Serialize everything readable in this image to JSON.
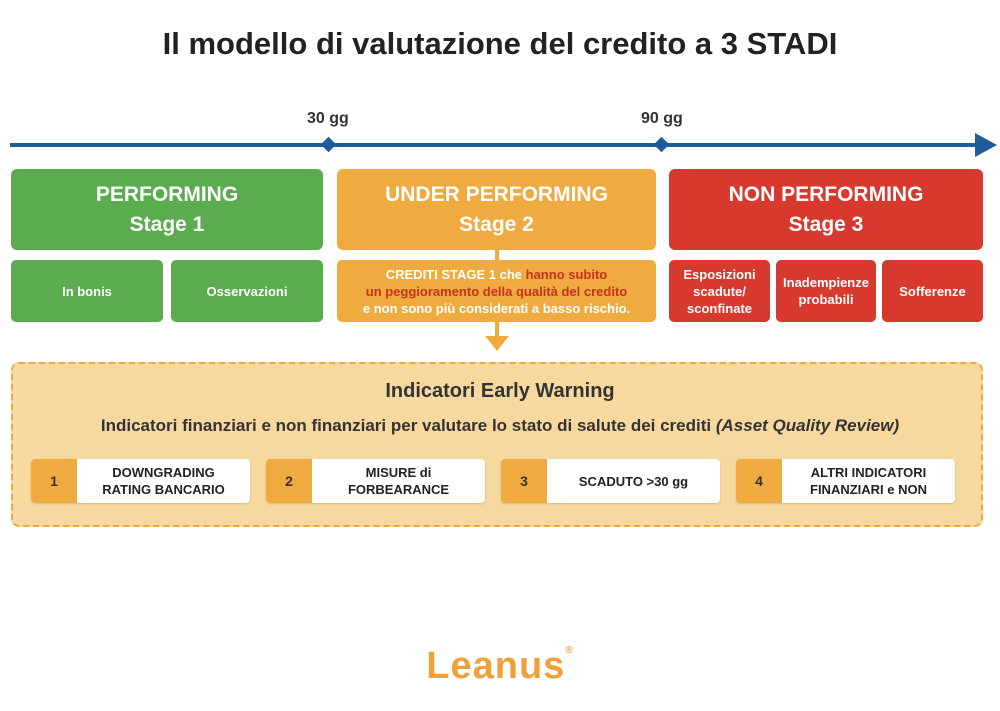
{
  "title": "Il modello di valutazione del credito a 3 STADI",
  "timeline": {
    "marks": [
      "30 gg",
      "90 gg"
    ]
  },
  "stages": [
    {
      "name": "PERFORMING",
      "stage": "Stage 1",
      "color": "#5bab4f",
      "items": [
        "In bonis",
        "Osservazioni"
      ]
    },
    {
      "name": "UNDER PERFORMING",
      "stage": "Stage 2",
      "color": "#efab3f",
      "description": {
        "part1": "CREDITI STAGE 1 che ",
        "highlight1": "hanno subito",
        "highlight2": "un peggioramento della qualità del credito",
        "part2": "e non sono più considerati a basso rischio."
      }
    },
    {
      "name": "NON PERFORMING",
      "stage": "Stage 3",
      "color": "#d8392f",
      "items": [
        "Esposizioni scadute/ sconfinate",
        "Inadempienze probabili",
        "Sofferenze"
      ]
    }
  ],
  "early_warning": {
    "title": "Indicatori Early Warning",
    "subtitle": "Indicatori finanziari e non finanziari per valutare lo stato di salute dei crediti ",
    "subtitle_italic": "(Asset Quality Review)",
    "indicators": [
      {
        "num": "1",
        "label": "DOWNGRADING RATING BANCARIO"
      },
      {
        "num": "2",
        "label": "MISURE di FORBEARANCE"
      },
      {
        "num": "3",
        "label": "SCADUTO >30 gg"
      },
      {
        "num": "4",
        "label": "ALTRI INDICATORI FINANZIARI e NON"
      }
    ]
  },
  "logo": {
    "text": "Leanus",
    "mark": "®"
  }
}
